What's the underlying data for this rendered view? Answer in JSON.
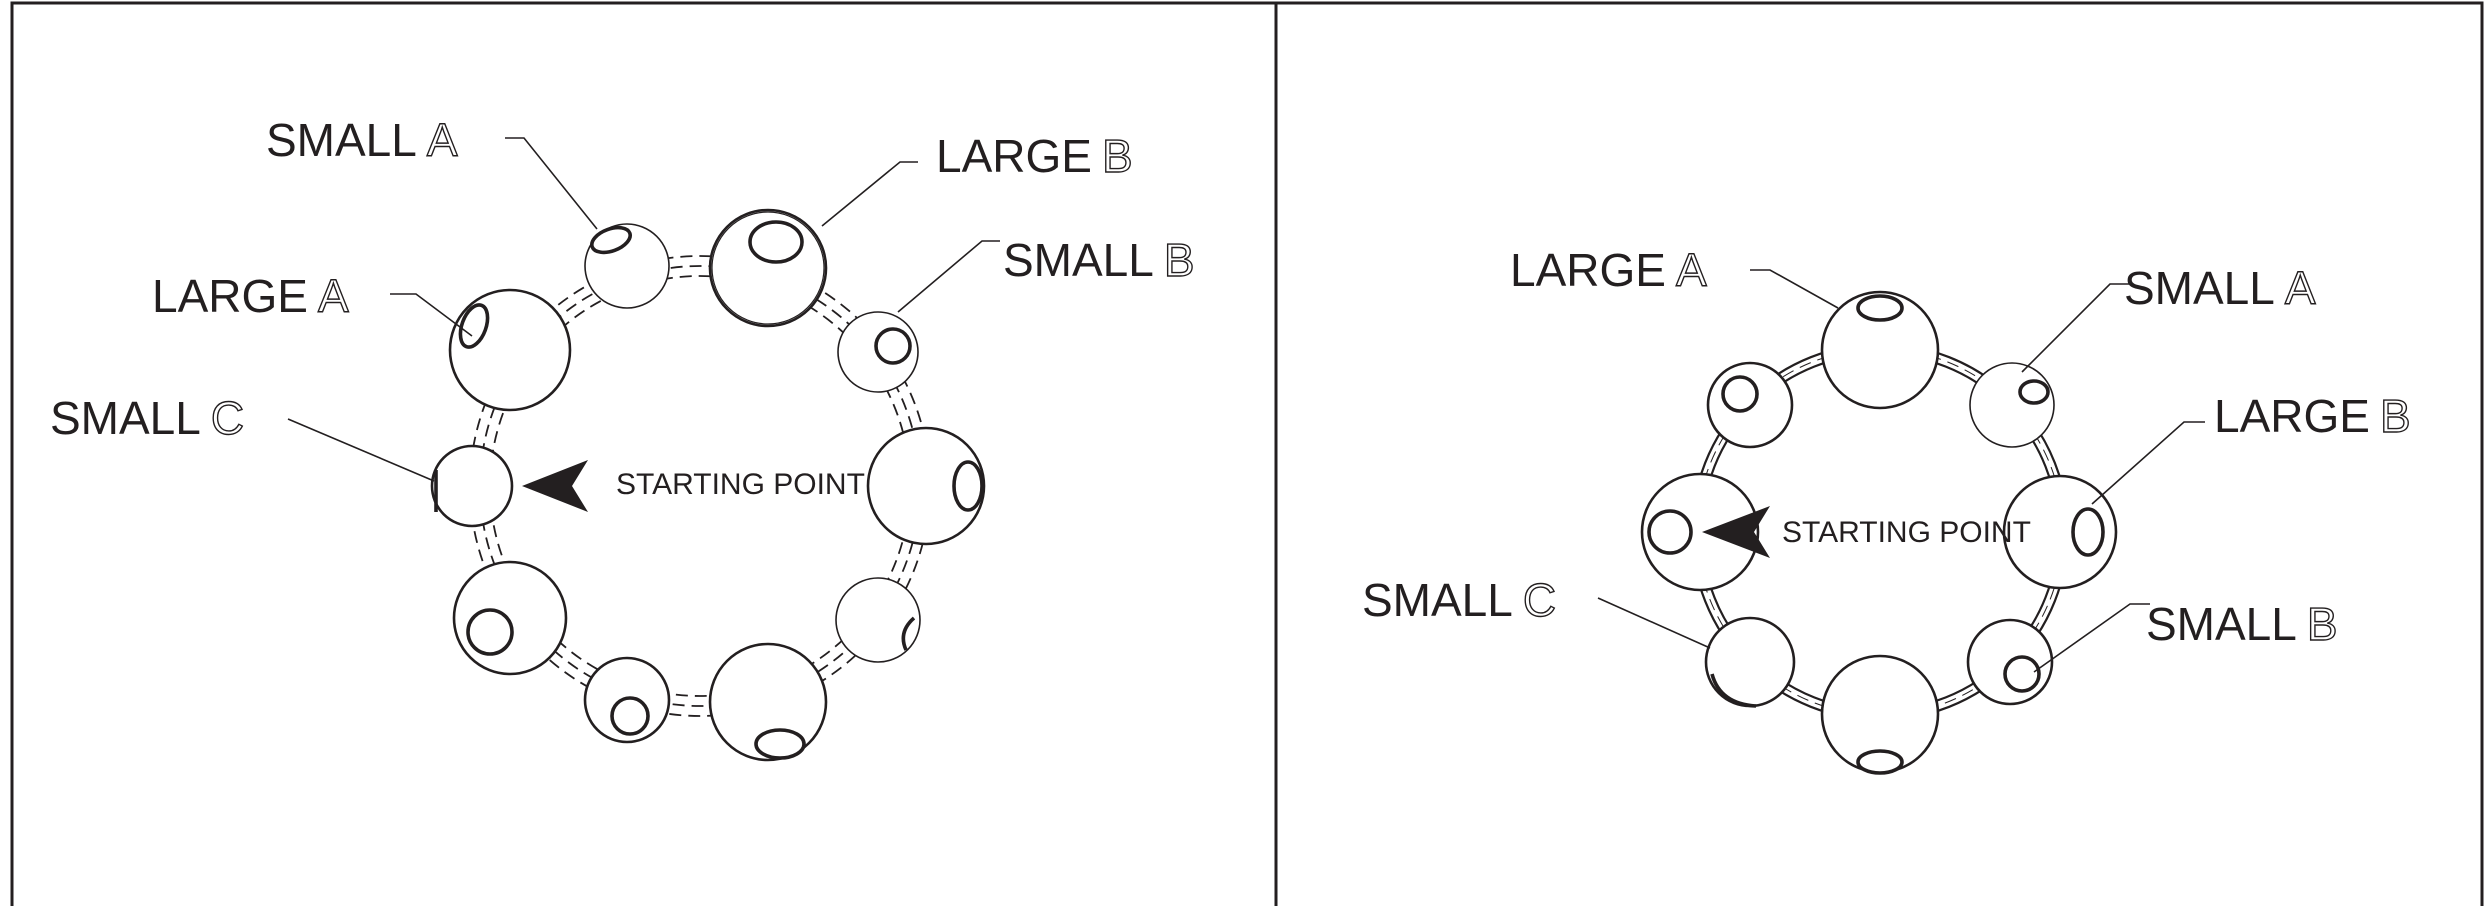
{
  "left_panel": {
    "labels": {
      "small_a": {
        "word": "SMALL",
        "letter": "A"
      },
      "large_b": {
        "word": "LARGE",
        "letter": "B"
      },
      "small_b": {
        "word": "SMALL",
        "letter": "B"
      },
      "large_a": {
        "word": "LARGE",
        "letter": "A"
      },
      "small_c": {
        "word": "SMALL",
        "letter": "C"
      }
    },
    "starting_point": "STARTING POINT"
  },
  "right_panel": {
    "labels": {
      "large_a": {
        "word": "LARGE",
        "letter": "A"
      },
      "small_a": {
        "word": "SMALL",
        "letter": "A"
      },
      "large_b": {
        "word": "LARGE",
        "letter": "B"
      },
      "small_c": {
        "word": "SMALL",
        "letter": "C"
      },
      "small_b": {
        "word": "SMALL",
        "letter": "B"
      }
    },
    "starting_point": "STARTING POINT"
  },
  "colors": {
    "ink": "#231f20",
    "paper": "#ffffff"
  }
}
